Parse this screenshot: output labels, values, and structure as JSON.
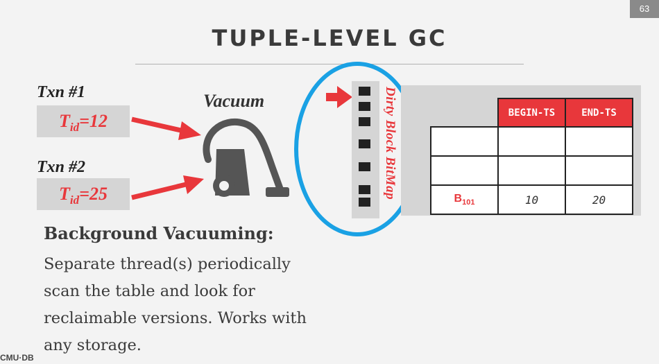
{
  "slide_number": "63",
  "title": "TUPLE-LEVEL GC",
  "transactions": [
    {
      "label": "Txn #1",
      "tid_prefix": "T",
      "tid_sub": "id",
      "tid_value": "=12"
    },
    {
      "label": "Txn #2",
      "tid_prefix": "T",
      "tid_sub": "id",
      "tid_value": "=25"
    }
  ],
  "vacuum_label": "Vacuum",
  "bitmap_label": "Dirty Block BitMap",
  "table": {
    "headers": [
      "BEGIN-TS",
      "END-TS"
    ],
    "row_label_main": "B",
    "row_label_sub": "101",
    "begin_value": "10",
    "end_value": "20"
  },
  "background_title": "Background Vacuuming:",
  "background_text": "Separate thread(s) periodically scan the table and look for reclaimable versions. Works with any storage.",
  "logo_text": "CMU·DB",
  "colors": {
    "accent_red": "#e8373b",
    "circle_blue": "#1aa1e4",
    "panel_gray": "#d5d5d5"
  }
}
